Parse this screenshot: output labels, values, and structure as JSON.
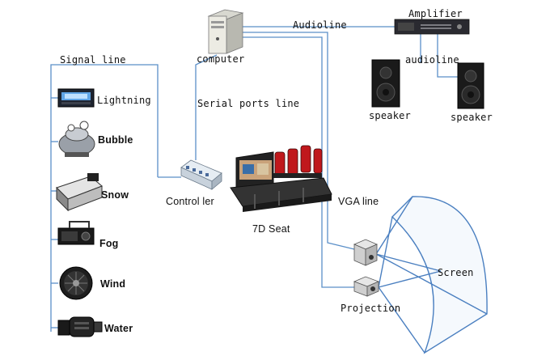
{
  "labels": {
    "audioline_top": "Audioline",
    "amplifier": "Amplifier",
    "audioline_right": "audioline",
    "computer": "computer",
    "signal_line": "Signal line",
    "serial_ports_line": "Serial ports line",
    "speaker_left": "speaker",
    "speaker_right": "speaker",
    "controller": "Control ler",
    "seat": "7D Seat",
    "vga_line": "VGA line",
    "screen": "Screen",
    "projection": "Projection",
    "device_lightning": "Lightning",
    "device_bubble": "Bubble",
    "device_snow": "Snow",
    "device_fog": "Fog",
    "device_wind": "Wind",
    "device_water": "Water"
  },
  "colors": {
    "line": "#5a8fc8",
    "beam": "#4a7fc0",
    "seat_red": "#c0181c"
  }
}
